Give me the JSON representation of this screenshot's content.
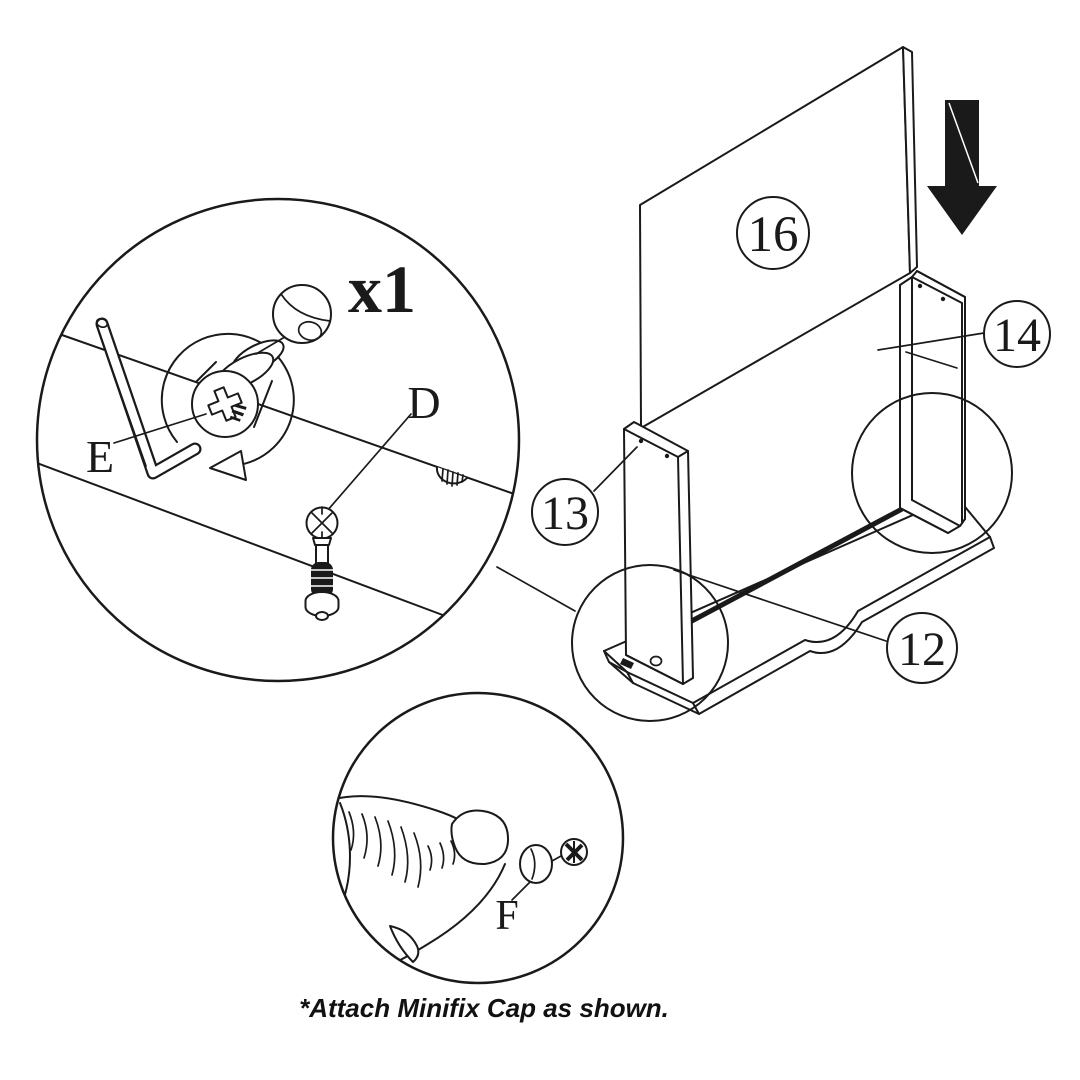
{
  "diagram": {
    "quantity_label": "x1",
    "hardware": {
      "cam_tool_label": "E",
      "bolt_label": "D",
      "cap_label": "F"
    },
    "parts": {
      "back_panel": "16",
      "right_side_panel": "14",
      "left_side_panel": "13",
      "bottom_panel": "12"
    },
    "caption": "*Attach Minifix Cap as shown.",
    "colors": {
      "line": "#1a1a1a",
      "background": "#ffffff",
      "arrow": "#000000"
    }
  }
}
